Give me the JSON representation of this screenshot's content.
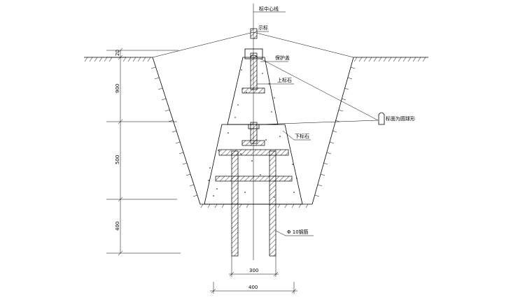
{
  "labels": {
    "center_line": "标中心线",
    "marker_plate": "示标",
    "cover": "保护盖",
    "upper_stone": "上标石",
    "lower_stone": "下标石",
    "surface_note": "标面为圆球形",
    "rebar": "Φ 10钢筋"
  },
  "dimensions": {
    "v_20": "20",
    "v_900": "900",
    "v_500": "500",
    "v_400": "400",
    "h_300": "300",
    "h_400": "400"
  }
}
